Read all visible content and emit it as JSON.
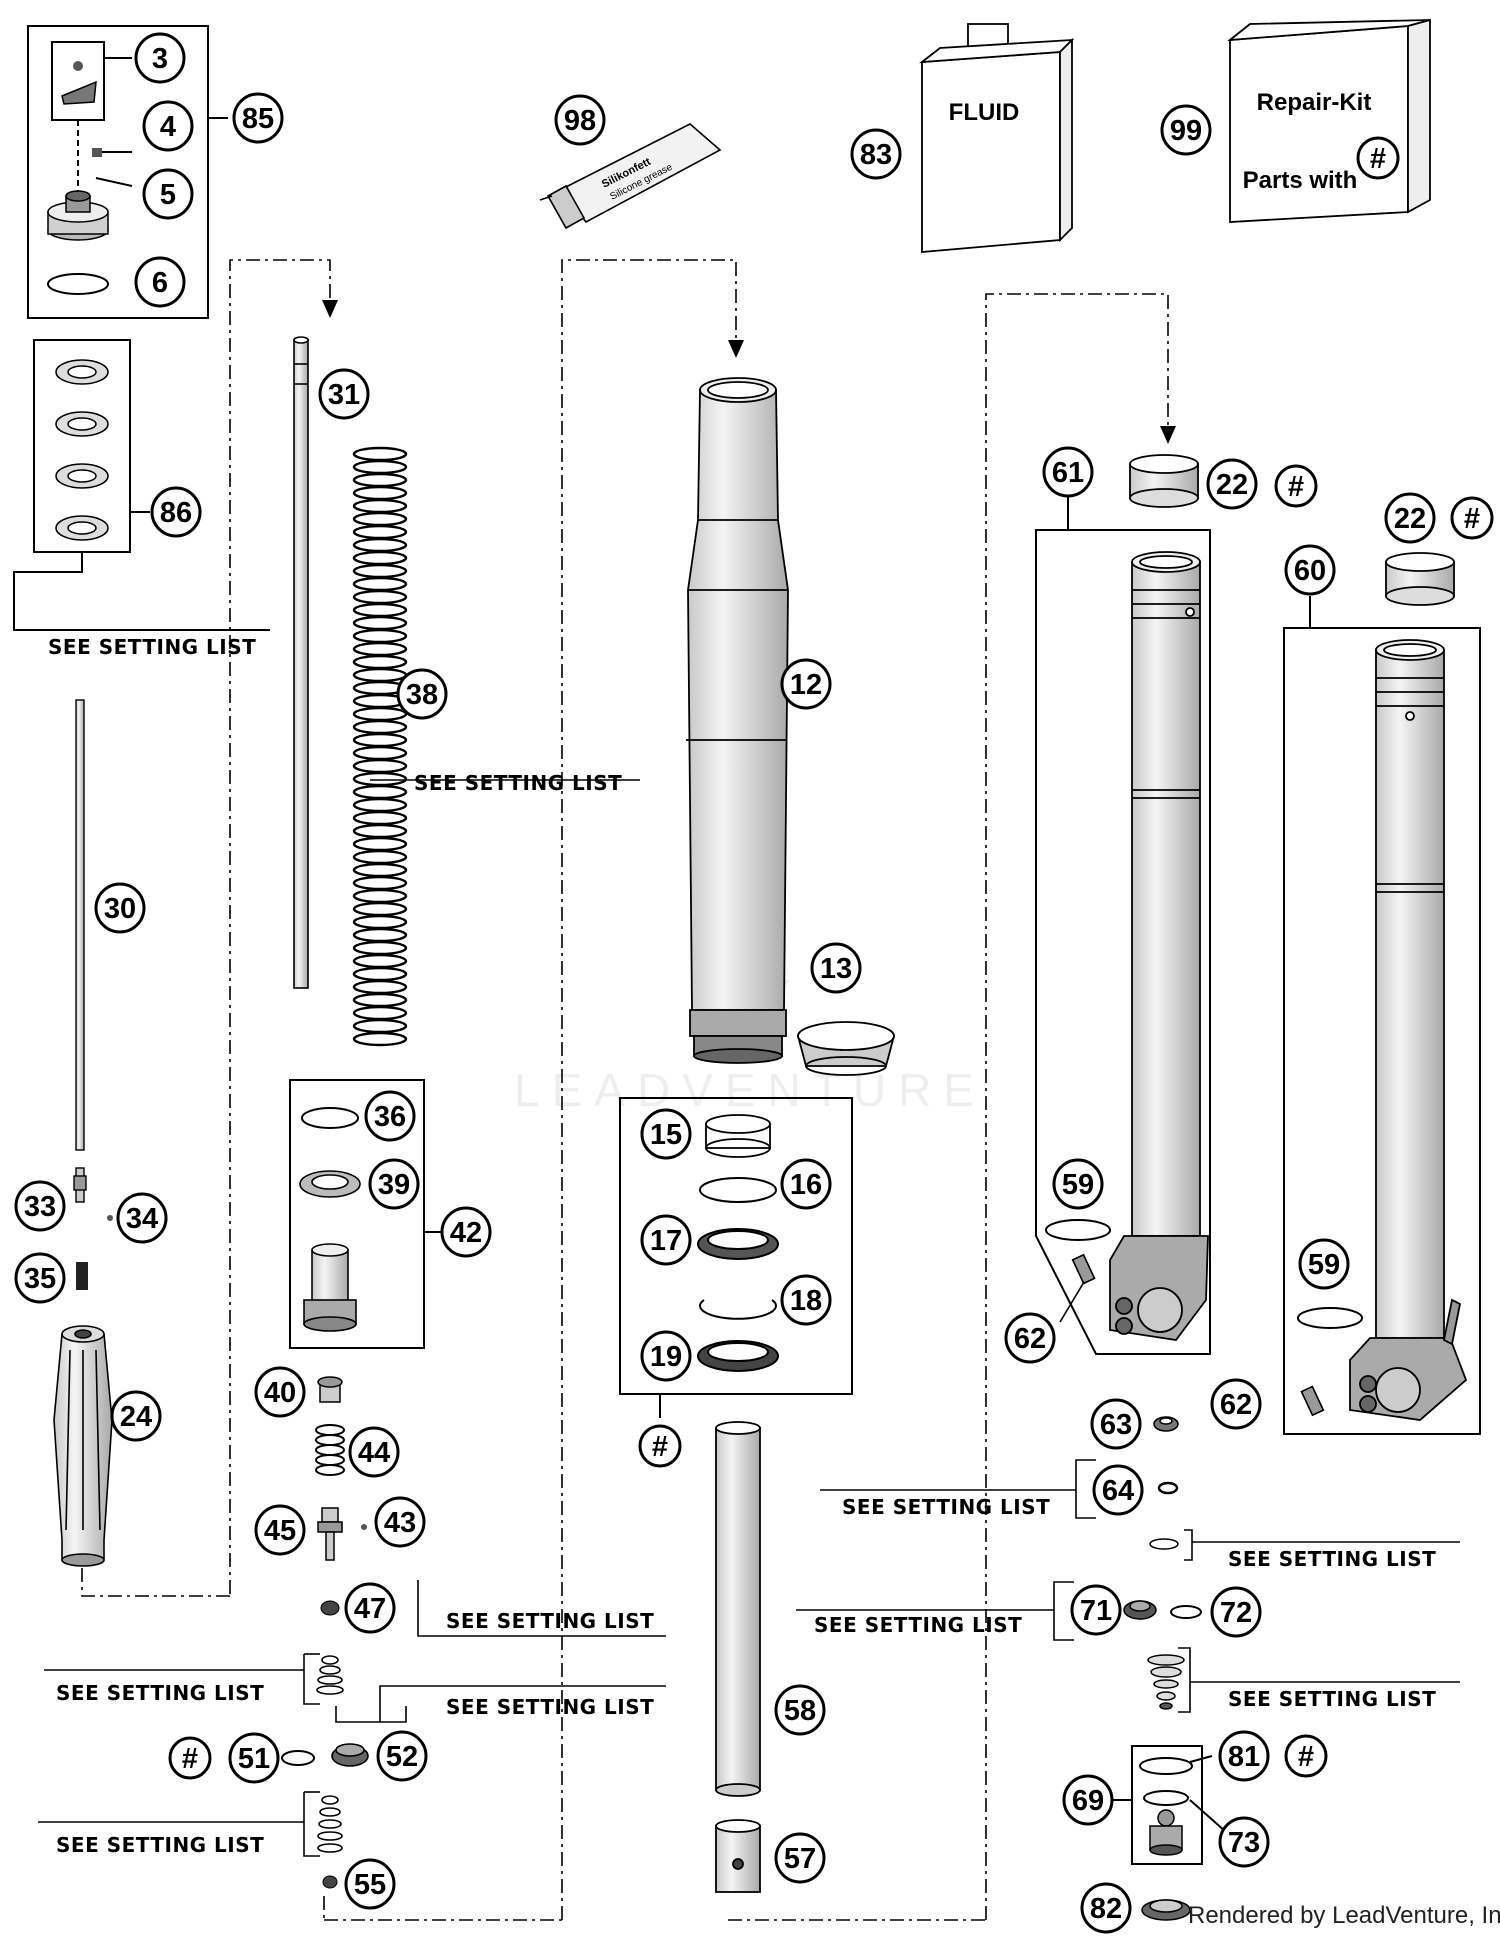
{
  "callouts": {
    "c3": "3",
    "c4": "4",
    "c5": "5",
    "c6": "6",
    "c85": "85",
    "c86": "86",
    "c98": "98",
    "c83": "83",
    "c99": "99",
    "c31": "31",
    "c38": "38",
    "c30": "30",
    "c12": "12",
    "c13": "13",
    "c61": "61",
    "c60": "60",
    "c22a": "22",
    "c22b": "22",
    "c36": "36",
    "c39": "39",
    "c42": "42",
    "c33": "33",
    "c34": "34",
    "c35": "35",
    "c24": "24",
    "c15": "15",
    "c16": "16",
    "c17": "17",
    "c18": "18",
    "c19": "19",
    "c59a": "59",
    "c59b": "59",
    "c62a": "62",
    "c62b": "62",
    "c40": "40",
    "c44": "44",
    "c45": "45",
    "c43": "43",
    "c47": "47",
    "c63": "63",
    "c64": "64",
    "c71": "71",
    "c72": "72",
    "c51": "51",
    "c52": "52",
    "c58": "58",
    "c57": "57",
    "c55": "55",
    "c81": "81",
    "c69": "69",
    "c73": "73",
    "c82": "82",
    "hash": "#"
  },
  "labels": {
    "setting_list": "SEE SETTING LIST",
    "fluid": "FLUID",
    "repair_kit": "Repair-Kit",
    "parts_with": "Parts with",
    "grease_line1": "Silikonfett",
    "grease_line2": "Silicone grease"
  },
  "watermark": "LEADVENTURE",
  "footer": "Rendered by LeadVenture, Inc."
}
